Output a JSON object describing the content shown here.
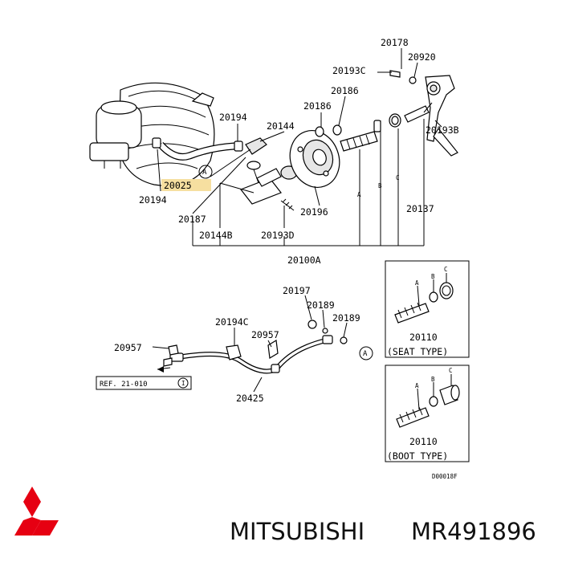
{
  "diagram": {
    "parts": {
      "p20178": "20178",
      "p20920": "20920",
      "p20193C": "20193C",
      "p20186a": "20186",
      "p20186b": "20186",
      "p20193B": "20193B",
      "p20194a": "20194",
      "p20144": "20144",
      "p20025": "20025",
      "p20194b": "20194",
      "p20187": "20187",
      "p20144B": "20144B",
      "p20193D": "20193D",
      "p20196": "20196",
      "p20137": "20137",
      "p20100A": "20100A",
      "p20197": "20197",
      "p20189a": "20189",
      "p20189b": "20189",
      "p20194C": "20194C",
      "p20957a": "20957",
      "p20957b": "20957",
      "p20425": "20425"
    },
    "callouts": {
      "circleA": "A",
      "legA": "A",
      "legB": "B",
      "legC": "C"
    },
    "reference": "REF. 21-010",
    "reference_mark": "I",
    "inset_seat": {
      "part": "20110",
      "caption": "(SEAT TYPE)"
    },
    "inset_boot": {
      "part": "20110",
      "caption": "(BOOT TYPE)"
    },
    "drawing_code": "D00018F"
  },
  "brand": {
    "name": "MITSUBISHI",
    "part_number": "MR491896",
    "logo_color": "#e60012"
  },
  "highlight_color": "#f6dfa0"
}
